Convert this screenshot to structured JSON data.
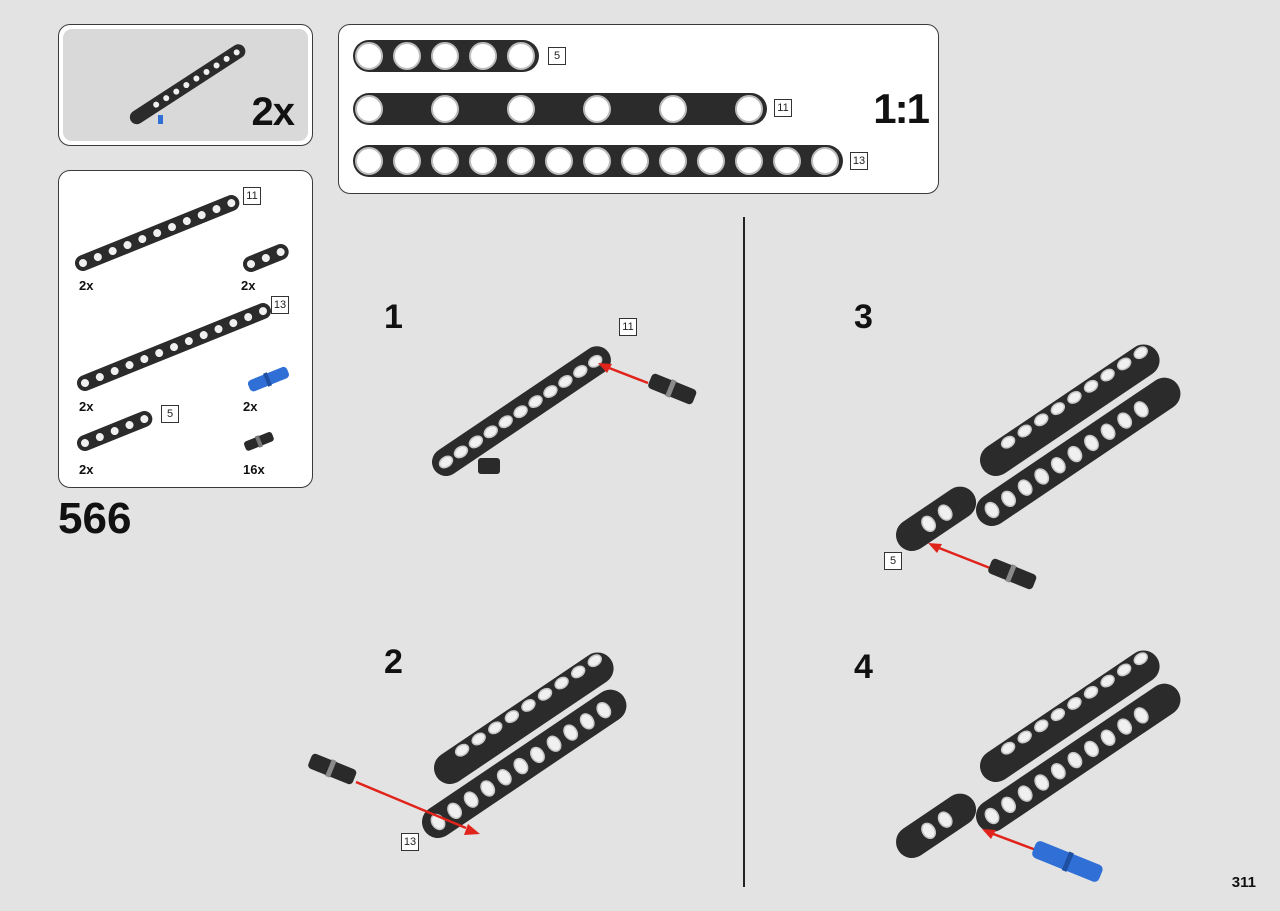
{
  "step": "566",
  "page_number": "311",
  "scale": "1:1",
  "submodel": {
    "multiplier": "2x"
  },
  "parts": [
    {
      "length": "11",
      "qty": "2x"
    },
    {
      "qty": "2x"
    },
    {
      "length": "13",
      "qty": "2x"
    },
    {
      "qty": "2x"
    },
    {
      "length": "5",
      "qty": "2x"
    },
    {
      "qty": "16x"
    }
  ],
  "scale_beams": [
    "5",
    "11",
    "13"
  ],
  "substeps": [
    {
      "num": "1",
      "label": "11"
    },
    {
      "num": "2",
      "label": "13"
    },
    {
      "num": "3",
      "label": "5"
    },
    {
      "num": "4"
    }
  ],
  "colors": {
    "beam": "#2b2b2b",
    "hole": "#f2f2f2",
    "pin_black": "#2a2a2a",
    "pin_blue": "#2f6fd6",
    "arrow": "#e0241b"
  }
}
